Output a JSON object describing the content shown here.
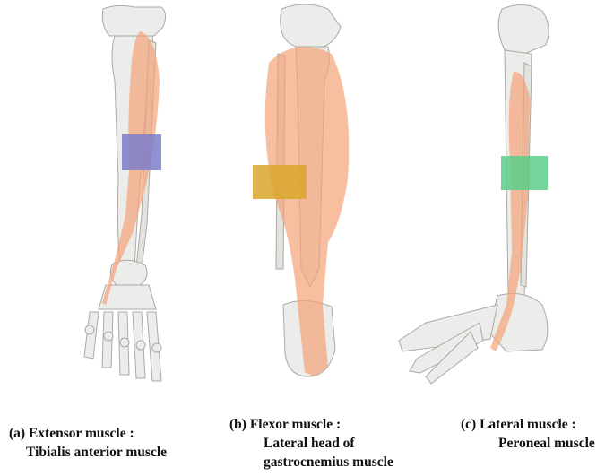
{
  "colors": {
    "bone": "#ececea",
    "bone_shadow": "#bfbfbc",
    "muscle": "#f3a277",
    "marker_a": "#7b7ec9",
    "marker_b": "#d9a62c",
    "marker_c": "#5ccc8a"
  },
  "panels": [
    {
      "id": "a",
      "caption_line1": "(a) Extensor muscle :",
      "caption_line2": "Tibialis anterior muscle",
      "view": "front",
      "marker_color_key": "marker_a"
    },
    {
      "id": "b",
      "caption_line1": "(b) Flexor muscle :",
      "caption_line2": "Lateral head of",
      "caption_line3": "gastrocnemius muscle",
      "view": "back",
      "marker_color_key": "marker_b"
    },
    {
      "id": "c",
      "caption_line1": "(c) Lateral muscle :",
      "caption_line2": "Peroneal muscle",
      "view": "side",
      "marker_color_key": "marker_c"
    }
  ]
}
